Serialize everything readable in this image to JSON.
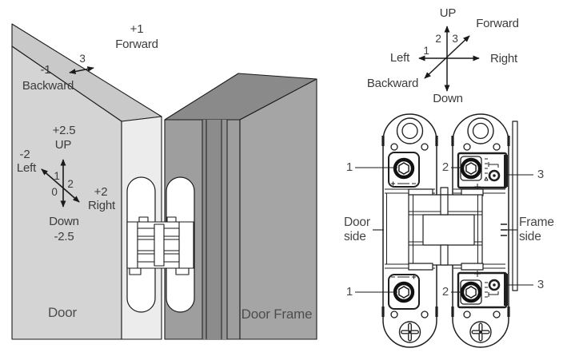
{
  "title": "Concealed hinge adjustment diagram",
  "colors": {
    "door_face": "#d4d4d4",
    "door_bevel": "#c9c9c9",
    "door_edge": "#ececec",
    "frame_strip": "#9e9e9e",
    "frame_band": "#8c8c8c",
    "frame_face": "#a5a5a5",
    "frame_top": "#8a8a8a",
    "line": "#1a1a1a",
    "text": "#3c3c3c"
  },
  "left_view": {
    "forward_value": "+1",
    "forward_label": "Forward",
    "backward_value": "-1",
    "backward_label": "Backward",
    "depth_screw": "3",
    "up_value": "+2.5",
    "up_label": "UP",
    "left_value": "-2",
    "left_label": "Left",
    "right_value": "+2",
    "right_label": "Right",
    "down_label": "Down",
    "down_value": "-2.5",
    "lateral_screw": "1",
    "vertical_screw": "2",
    "zero_mark": "0",
    "door_label": "Door",
    "frame_label": "Door Frame"
  },
  "compass": {
    "up": "UP",
    "down": "Down",
    "left": "Left",
    "right": "Right",
    "forward": "Forward",
    "backward": "Backward",
    "lateral_axis": "1",
    "vertical_axis": "2",
    "depth_axis": "3"
  },
  "front_view": {
    "door_side": "Door side",
    "frame_side": "Frame side",
    "screw1_top": "1",
    "screw2_top": "2",
    "screw3_top": "3",
    "screw1_bottom": "1",
    "screw2_bottom": "2",
    "screw3_bottom": "3"
  }
}
